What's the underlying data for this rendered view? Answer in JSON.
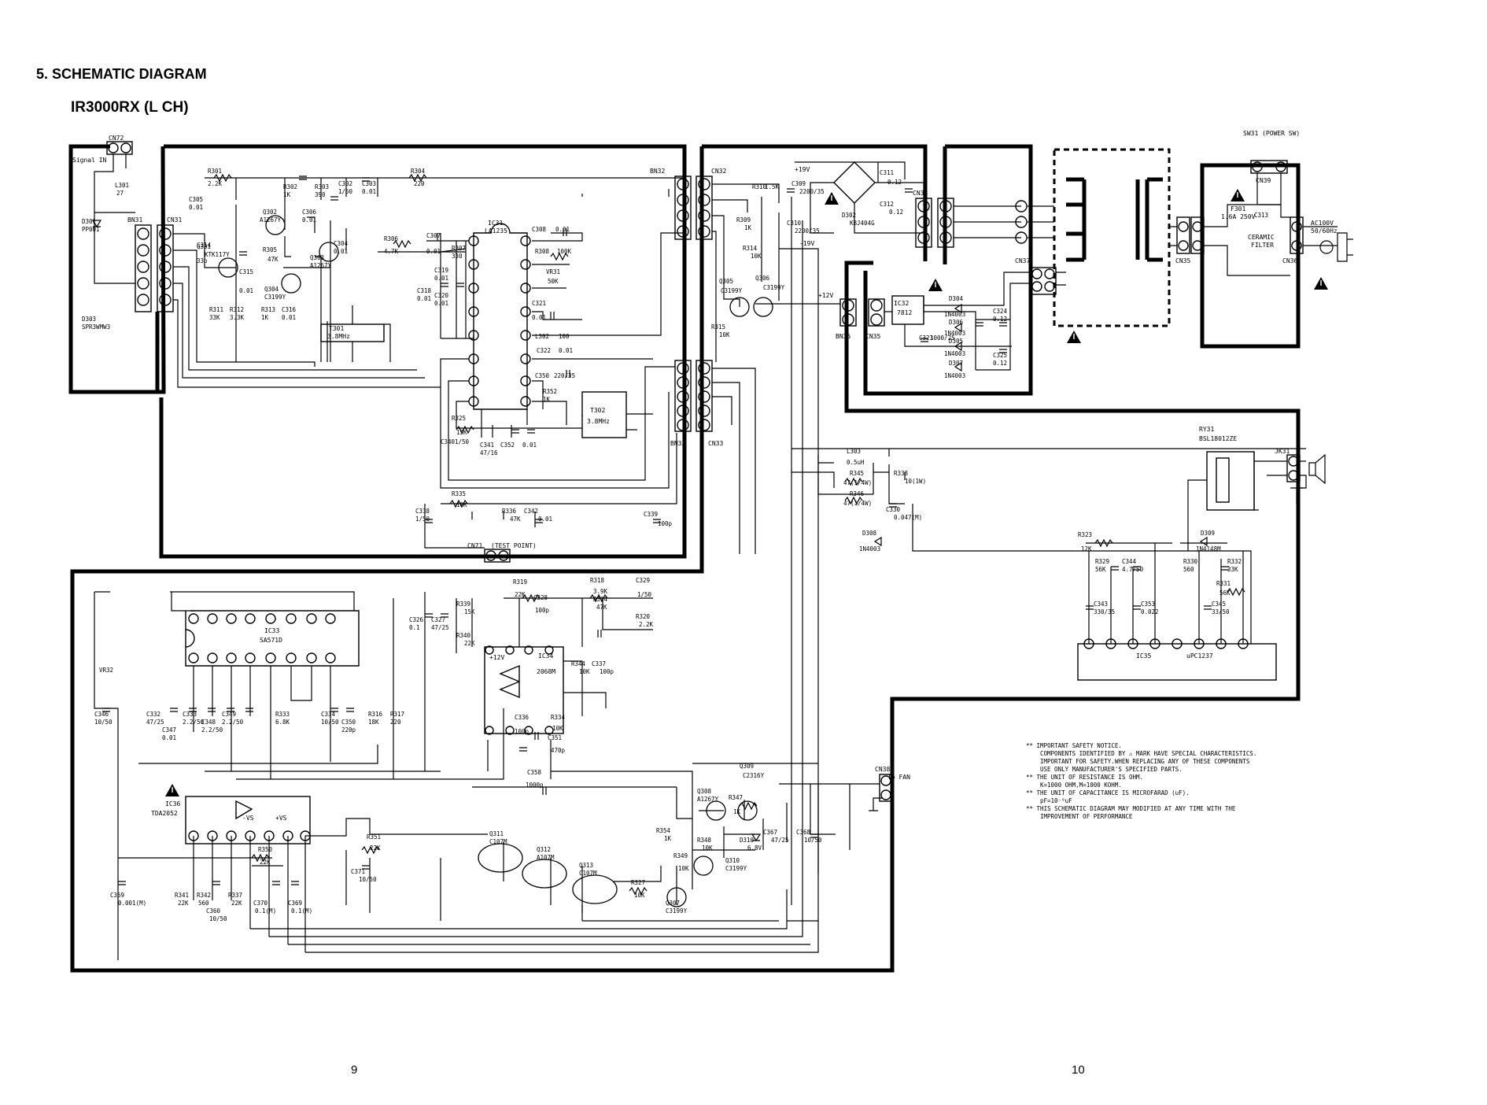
{
  "title": "5. SCHEMATIC DIAGRAM",
  "subtitle": "IR3000RX (L CH)",
  "page_left": "9",
  "page_right": "10",
  "signal_in": "Signal IN",
  "test_point": "(TEST POINT)",
  "to_fan": "To FAN",
  "power_sw": "SW31 (POWER SW)",
  "ac_in": [
    "AC100V",
    "50/60Hz"
  ],
  "ceramic_filter": [
    "CERAMIC",
    "FILTER"
  ],
  "fuse": [
    "F301",
    "1.6A 250V"
  ],
  "rails": {
    "p19": "+19V",
    "m19": "-19V",
    "p12": "+12V",
    "p12b": "+12V",
    "mvs": "-VS",
    "pvs": "+VS"
  },
  "connectors": {
    "cn72": "CN72",
    "bn31": "BN31",
    "cn31": "CN31",
    "bn32": "BN32",
    "cn32": "CN32",
    "bn33": "BN33",
    "cn33": "CN33",
    "cn71": "CN71",
    "cn34": "CN34",
    "bn35": "BN35",
    "cn35b": "CN35",
    "cn37": "CN37",
    "cn35": "CN35",
    "cn36": "CN36",
    "cn39": "CN39",
    "cn38": "CN38",
    "jk31": "JK31"
  },
  "ics": {
    "ic31": [
      "IC31",
      "LA1235"
    ],
    "ic32": [
      "IC32",
      "7812"
    ],
    "ic33": [
      "IC33",
      "SA571D"
    ],
    "ic34": [
      "IC34",
      "2068M"
    ],
    "ic35": [
      "IC35",
      "uPC1237"
    ],
    "ic36": [
      "IC36",
      "TDA2052"
    ],
    "ry31": [
      "RY31",
      "BSL18012ZE"
    ],
    "t301": [
      "T301",
      "3.8MHz"
    ],
    "t302": [
      "T302",
      "3.8MHz"
    ]
  },
  "parts": {
    "r301": [
      "R301",
      "2.2K"
    ],
    "c305": [
      "C305",
      "0.01"
    ],
    "q301": [
      "Q301",
      "KTK117Y"
    ],
    "l301": [
      "L301",
      "27"
    ],
    "d301": [
      "D301",
      "PP001"
    ],
    "d303": [
      "D303",
      "SPR3WMW3"
    ],
    "q302": [
      "Q302",
      "A1267Y"
    ],
    "r302": [
      "R302",
      "1K"
    ],
    "r303": [
      "R303",
      "390"
    ],
    "c306": [
      "C306",
      "0.01"
    ],
    "c302": [
      "C302",
      "1/50"
    ],
    "c303": [
      "C303",
      "0.01"
    ],
    "r304": [
      "R304",
      "220"
    ],
    "c314": [
      "C314",
      "33p"
    ],
    "r305": [
      "R305",
      "47K"
    ],
    "q303": [
      "Q303",
      "A1267Y"
    ],
    "c304": [
      "C304",
      "0.01"
    ],
    "c315": [
      "C315",
      "0.01"
    ],
    "q304": [
      "Q304",
      "C3199Y"
    ],
    "r311": [
      "R311",
      "33K"
    ],
    "r312": [
      "R312",
      "3.3K"
    ],
    "r313": [
      "R313",
      "1K"
    ],
    "c316": [
      "C316",
      "0.01"
    ],
    "r306": [
      "R306",
      "4.7K"
    ],
    "c307": [
      "C307",
      "0.01"
    ],
    "r307": [
      "R307",
      "330"
    ],
    "c318": [
      "C318",
      "0.01"
    ],
    "c319": [
      "C319",
      "0.01"
    ],
    "c320": [
      "C320",
      "0.01"
    ],
    "c308": [
      "C308",
      "0.01"
    ],
    "r308": [
      "R308",
      "100K"
    ],
    "vr31": [
      "VR31",
      "50K"
    ],
    "c321": [
      "C321",
      "0.01"
    ],
    "l302": [
      "L302",
      "100"
    ],
    "c322": [
      "C322",
      "0.01"
    ],
    "c350": [
      "C350",
      "220/35"
    ],
    "r352": [
      "R352",
      "1K"
    ],
    "r325": [
      "R325",
      "15K"
    ],
    "c340": [
      "C340",
      "1/50"
    ],
    "c341": [
      "C341",
      "47/16"
    ],
    "c352": [
      "C352",
      "0.01"
    ],
    "c338": [
      "C338",
      "1/50"
    ],
    "r335": [
      "R335",
      "10K"
    ],
    "r336": [
      "R336",
      "47K"
    ],
    "c342": [
      "C342",
      "0.01"
    ],
    "c339": [
      "C339",
      "100p"
    ],
    "r310": [
      "R310",
      "1.5K"
    ],
    "r309": [
      "R309",
      "1K"
    ],
    "r314": [
      "R314",
      "10K"
    ],
    "q305": [
      "Q305",
      "C3199Y"
    ],
    "q306": [
      "Q306",
      "C3199Y"
    ],
    "r315": [
      "R315",
      "10K"
    ],
    "c309": [
      "C309",
      "2200/35"
    ],
    "c310": [
      "C310",
      "2200/35"
    ],
    "d302": [
      "D302",
      "KBJ404G"
    ],
    "c311": [
      "C311",
      "0.12"
    ],
    "c312": [
      "C312",
      "0.12"
    ],
    "d304": [
      "D304",
      "1N4003"
    ],
    "d305": [
      "D305",
      "1N4003"
    ],
    "d306": [
      "D306",
      "1N4003"
    ],
    "d307": [
      "D307",
      "1N4003"
    ],
    "c323": [
      "C323",
      "1000/25"
    ],
    "c324": [
      "C324",
      "0.12"
    ],
    "c325": [
      "C325",
      "0.12"
    ],
    "c313": [
      "C313",
      ""
    ],
    "l303": [
      "L303",
      "0.5uH"
    ],
    "r345": [
      "R345",
      "47(1/4W)"
    ],
    "r346": [
      "R346",
      "47(1/4W)"
    ],
    "r338": [
      "R338",
      "10(1W)"
    ],
    "c330": [
      "C330",
      "0.047(M)"
    ],
    "d308": [
      "D308",
      "1N4003"
    ],
    "r323": [
      "R323",
      "12K"
    ],
    "d309": [
      "D309",
      "1N4148M"
    ],
    "r329": [
      "R329",
      "56K"
    ],
    "c344": [
      "C344",
      "4.7/50"
    ],
    "r330": [
      "R330",
      "560"
    ],
    "r332": [
      "R332",
      "33K"
    ],
    "r331": [
      "R331",
      "56K"
    ],
    "c343": [
      "C343",
      "330/35"
    ],
    "c353": [
      "C353",
      "0.022"
    ],
    "c345": [
      "C345",
      "33/50"
    ],
    "vr32": [
      "VR32",
      ""
    ],
    "c346": [
      "C346",
      "10/50"
    ],
    "c332": [
      "C332",
      "47/25"
    ],
    "c347": [
      "C347",
      "0.01"
    ],
    "c333": [
      "C333",
      "2.2/50"
    ],
    "c348": [
      "C348",
      "2.2/50"
    ],
    "c349": [
      "C349",
      "2.2/50"
    ],
    "c334": [
      "C334",
      "10/50"
    ],
    "r333": [
      "R333",
      "6.8K"
    ],
    "c350b": [
      "C350",
      "220p"
    ],
    "r316": [
      "R316",
      "18K"
    ],
    "r317": [
      "R317",
      "220"
    ],
    "r319": [
      "R319",
      "22K"
    ],
    "c328": [
      "C328",
      "100p"
    ],
    "r318": [
      "R318",
      "3.9K"
    ],
    "r324": [
      "R324",
      "47K"
    ],
    "c329": [
      "C329",
      "1/50"
    ],
    "r320": [
      "R320",
      "2.2K"
    ],
    "c326": [
      "C326",
      "0.1"
    ],
    "c327": [
      "C327",
      "47/25"
    ],
    "r339": [
      "R339",
      "15K"
    ],
    "r340": [
      "R340",
      "22K"
    ],
    "r344": [
      "R344",
      "10K"
    ],
    "c337": [
      "C337",
      "100p"
    ],
    "c336": [
      "C336",
      "100p"
    ],
    "r334": [
      "R334",
      "10K"
    ],
    "c351": [
      "C351",
      "470p"
    ],
    "c358": [
      "C358",
      "1000p"
    ],
    "q309": [
      "Q309",
      "C2316Y"
    ],
    "q308": [
      "Q308",
      "A1267Y"
    ],
    "r347": [
      "R347",
      "1K"
    ],
    "d310": [
      "D310",
      "6.8V"
    ],
    "c367": [
      "C367",
      "47/25"
    ],
    "c368": [
      "C368",
      "10/50"
    ],
    "r348": [
      "R348",
      "10K"
    ],
    "q310": [
      "Q310",
      "C3199Y"
    ],
    "r354": [
      "R354",
      "1K"
    ],
    "r349": [
      "R349",
      "10K"
    ],
    "q307": [
      "Q307",
      "C3199Y"
    ],
    "r327": [
      "R327",
      "10K"
    ],
    "q311": [
      "Q311",
      "C107M"
    ],
    "q312": [
      "Q312",
      "A107M"
    ],
    "q313": [
      "Q313",
      "C107M"
    ],
    "r351": [
      "R351",
      "22K"
    ],
    "c371": [
      "C371",
      "10/50"
    ],
    "r350": [
      "R350",
      "22K"
    ],
    "c359": [
      "C359",
      "0.001(M)"
    ],
    "r341": [
      "R341",
      "22K"
    ],
    "r342": [
      "R342",
      "560"
    ],
    "c360": [
      "C360",
      "10/50"
    ],
    "r337": [
      "R337",
      "22K"
    ],
    "c370": [
      "C370",
      "0.1(M)"
    ],
    "c369": [
      "C369",
      "0.1(M)"
    ]
  },
  "notes": [
    "** IMPORTANT SAFETY NOTICE.",
    "COMPONENTS IDENTIFIED BY ⚠ MARK HAVE SPECIAL CHARACTERISTICS.",
    "IMPORTANT FOR SAFETY.WHEN REPLACING ANY OF THESE COMPONENTS",
    "USE ONLY MANUFACTURER'S SPECIFIED PARTS.",
    "** THE UNIT OF RESISTANCE IS OHM.",
    "K=1000 OHM,M=1000 KOHM.",
    "** THE UNIT OF CAPACITANCE IS MICROFARAD (uF).",
    "pF=10⁻⁶uF",
    "** THIS SCHEMATIC DIAGRAM MAY MODIFIED AT ANY TIME WITH THE",
    "IMPROVEMENT OF PERFORMANCE"
  ]
}
